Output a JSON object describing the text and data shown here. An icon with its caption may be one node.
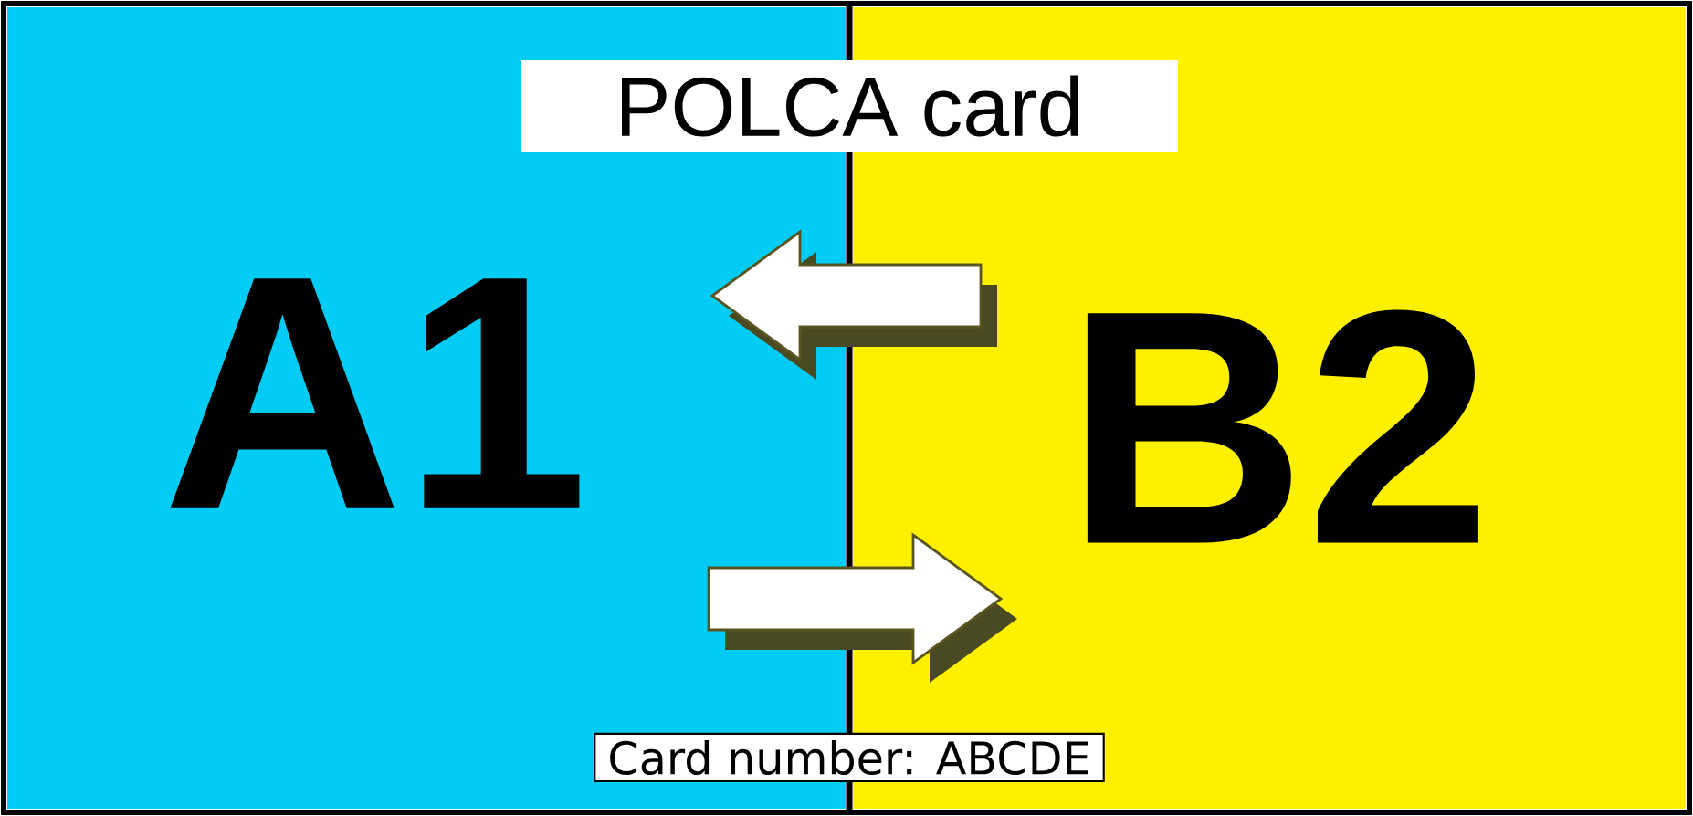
{
  "diagram": {
    "title": "POLCA card",
    "nodes": [
      {
        "text": [
          "A1"
        ]
      },
      {
        "text": [
          "B2"
        ]
      }
    ],
    "edges": [
      {
        "from": 1,
        "to": 0,
        "arrow": "to"
      },
      {
        "from": 0,
        "to": 1,
        "arrow": "to"
      }
    ],
    "labels": [
      "Card number: ABCDE"
    ]
  }
}
